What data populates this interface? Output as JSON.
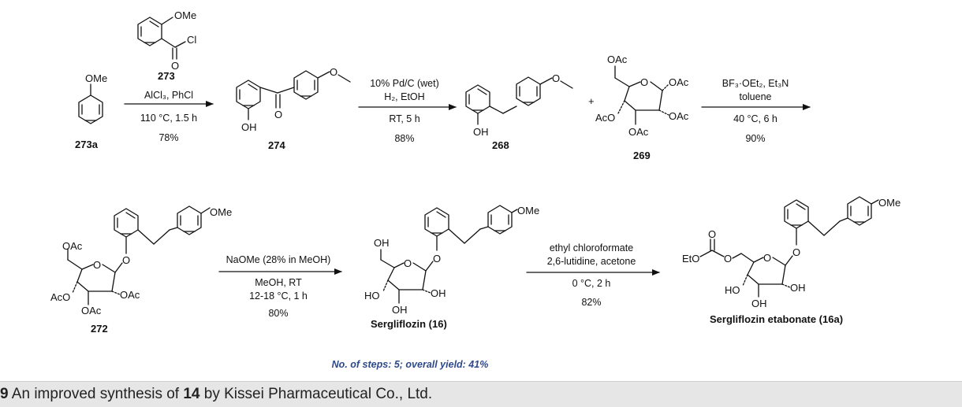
{
  "colors": {
    "note": "#2f4a8a",
    "caption_bg": "#e6e6e6",
    "ink": "#111111"
  },
  "compounds": {
    "c273a": "273a",
    "c273": "273",
    "c274": "274",
    "c268": "268",
    "c269": "269",
    "c272": "272",
    "c16": "Sergliflozin (16)",
    "c16a": "Sergliflozin etabonate (16a)"
  },
  "labels": {
    "OMe": "OMe",
    "Cl": "Cl",
    "O": "O",
    "OH": "OH",
    "OAc": "OAc",
    "AcO": "AcO",
    "HO": "HO",
    "EtO": "EtO",
    "plus": "+"
  },
  "steps": {
    "s1": [
      "AlCl₃, PhCl",
      "110 °C, 1.5 h",
      "78%"
    ],
    "s2": [
      "10% Pd/C (wet)",
      "H₂, EtOH",
      "RT, 5 h",
      "88%"
    ],
    "s3": [
      "BF₃·OEt₂, Et₃N",
      "toluene",
      "40 °C, 6 h",
      "90%"
    ],
    "s4": [
      "NaOMe (28% in MeOH)",
      "MeOH, RT",
      "12-18 °C, 1 h",
      "80%"
    ],
    "s5": [
      "ethyl chloroformate",
      "2,6-lutidine, acetone",
      "0 °C, 2 h",
      "82%"
    ]
  },
  "summary": "No. of steps: 5; overall yield: 41%",
  "caption": {
    "number": "9",
    "text_before": " An improved synthesis of ",
    "bold_ref": "14",
    "text_after": " by Kissei Pharmaceutical Co., Ltd."
  }
}
